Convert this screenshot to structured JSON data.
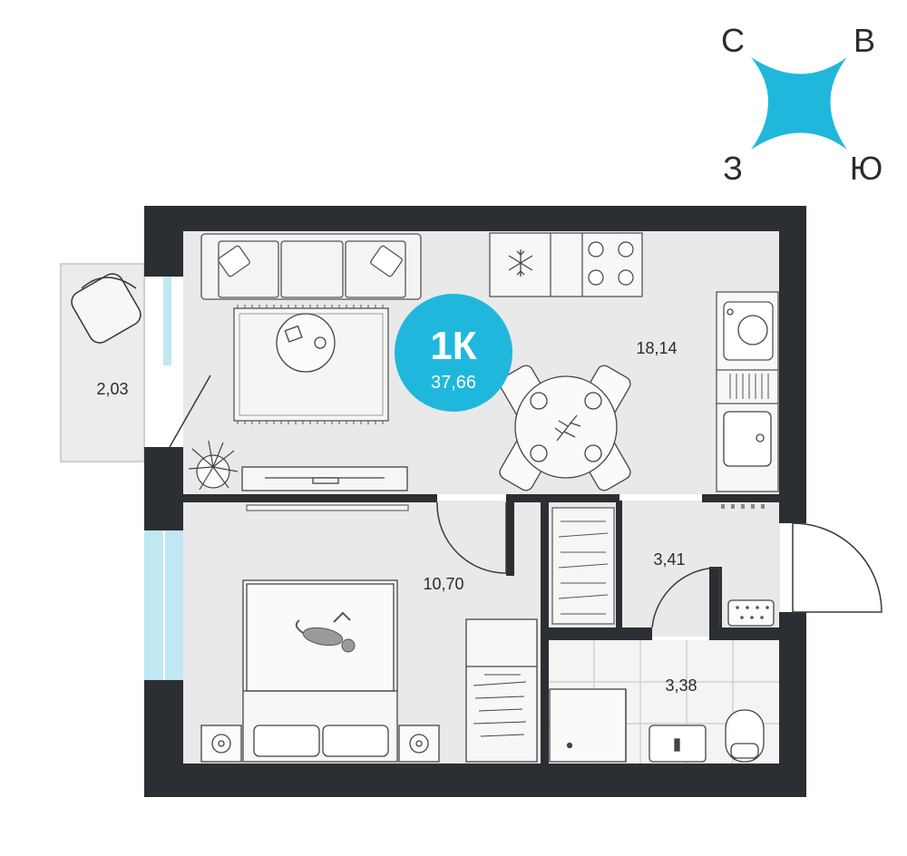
{
  "compass": {
    "north": "С",
    "east": "В",
    "west": "З",
    "south": "Ю",
    "color": "#1fb8dc"
  },
  "badge": {
    "type": "1К",
    "total_area": "37,66",
    "color": "#1fb8dc"
  },
  "rooms": {
    "balcony": "2,03",
    "kitchen_living": "18,14",
    "bedroom": "10,70",
    "hall": "3,41",
    "bathroom": "3,38"
  },
  "colors": {
    "wall": "#2b2e33",
    "floor": "#e9e9ea",
    "window": "#bfe8f3"
  }
}
